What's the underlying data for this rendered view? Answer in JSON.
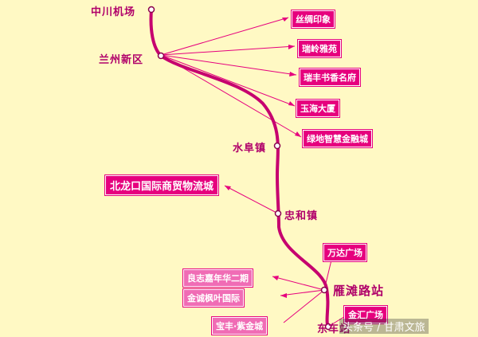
{
  "colors": {
    "route": "#C6006F",
    "poi_bg": "#E6007E",
    "poi_bg_light": "#F06CB5",
    "label": "#B0006A",
    "background": "#FFF9C4"
  },
  "stations": [
    {
      "id": "zhongchuan",
      "name": "中川机场"
    },
    {
      "id": "lanzhouxinqu",
      "name": "兰州新区"
    },
    {
      "id": "shuifu",
      "name": "水阜镇"
    },
    {
      "id": "zhonghe",
      "name": "忠和镇"
    },
    {
      "id": "yantanlu",
      "name": "雁滩路站"
    },
    {
      "id": "dongchezhan",
      "name": "东车站"
    }
  ],
  "pois": [
    {
      "id": "poi-1",
      "name": "丝绸印象"
    },
    {
      "id": "poi-2",
      "name": "瑞岭雅苑"
    },
    {
      "id": "poi-3",
      "name": "瑞丰书香名府"
    },
    {
      "id": "poi-4",
      "name": "玉海大厦"
    },
    {
      "id": "poi-5",
      "name": "绿地智慧金融城"
    },
    {
      "id": "poi-6",
      "name": "北龙口国际商贸物流城"
    },
    {
      "id": "poi-7",
      "name": "万达广场"
    },
    {
      "id": "poi-8",
      "name": "良志嘉年华二期"
    },
    {
      "id": "poi-9",
      "name": "金诚枫叶国际"
    },
    {
      "id": "poi-10",
      "name": "宝丰·紫金城"
    },
    {
      "id": "poi-11",
      "name": "金汇广场"
    }
  ],
  "watermark": "头条号 / 甘肃文旅"
}
